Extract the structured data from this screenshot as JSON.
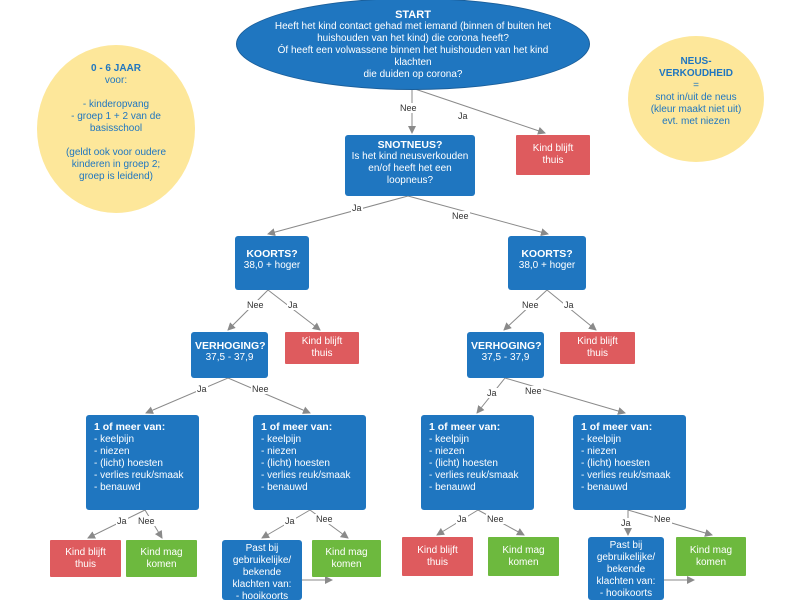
{
  "start": {
    "title": "START",
    "lines": [
      "Heeft het kind contact gehad met iemand (binnen of buiten het",
      "huishouden van het kind) die corona heeft?",
      "Óf heeft een volwassene binnen het huishouden van het kind klachten",
      "die duiden op corona?"
    ]
  },
  "age_note": {
    "title": "0 - 6 JAAR",
    "lines": [
      "voor:",
      "",
      "- kinderopvang",
      "- groep 1 + 2 van de",
      "basisschool",
      "",
      "(geldt ook voor oudere",
      "kinderen in groep 2;",
      "groep is leidend)"
    ]
  },
  "nose_note": {
    "title": "NEUS-",
    "title2": "VERKOUDHEID",
    "lines": [
      "=",
      "snot in/uit de neus",
      "(kleur maakt niet uit)",
      "evt. met niezen"
    ]
  },
  "snotneus": {
    "title": "SNOTNEUS?",
    "lines": [
      "Is het kind neusverkouden",
      "en/of heeft het een",
      "loopneus?"
    ]
  },
  "koorts": {
    "title": "KOORTS?",
    "sub": "38,0 + hoger"
  },
  "verhoging": {
    "title": "VERHOGING?",
    "sub": "37,5 - 37,9"
  },
  "symptoms": {
    "title": "1 of meer van:",
    "items": [
      "- keelpijn",
      "- niezen",
      "- (licht) hoesten",
      "- verlies reuk/smaak",
      "- benauwd"
    ]
  },
  "outcomes": {
    "stay_home": [
      "Kind blijft",
      "thuis"
    ],
    "may_come": [
      "Kind mag",
      "komen"
    ]
  },
  "known_complaints": {
    "lines": [
      "Past bij",
      "gebruikelijke/",
      "bekende",
      "klachten van:",
      "- hooikoorts"
    ]
  },
  "edge_labels": {
    "yes": "Ja",
    "no": "Nee"
  },
  "colors": {
    "blue": "#1f76c0",
    "red": "#de5b5e",
    "green": "#6db93e",
    "yellow": "#fde79a"
  }
}
